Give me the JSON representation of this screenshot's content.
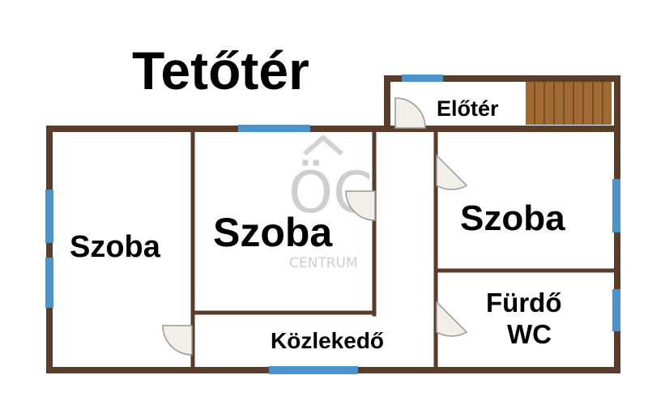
{
  "title": "Tetőtér",
  "rooms": {
    "eloter": "Előtér",
    "szoba_left": "Szoba",
    "szoba_middle": "Szoba",
    "szoba_right": "Szoba",
    "furdo": "Fürdő",
    "wc": "WC",
    "kozlekedo": "Közlekedő"
  },
  "watermark": {
    "logo": "ÖC",
    "text": "CENTRUM"
  },
  "colors": {
    "wall": "#5a3c2b",
    "window": "#4d93c8",
    "stairs": "#8a5a2b",
    "door": "#bbbbbb"
  }
}
